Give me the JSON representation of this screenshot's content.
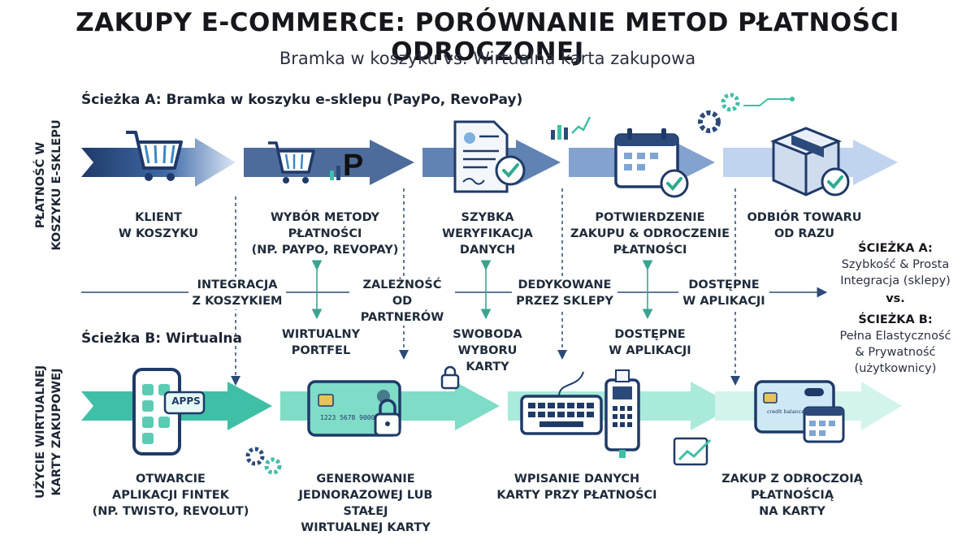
{
  "title": "ZAKUPY E-COMMERCE: PORÓWNANIE METOD PŁATNOŚCI ODROCZONEJ",
  "subtitle": "Bramka w koszyku vs. Wirtualna karta zakupowa",
  "path_a": {
    "label": "Ścieżka A: Bramka w koszyku e-sklepu (PayPo, RevoPay)",
    "side_label_1": "PŁATNOŚĆ W",
    "side_label_2": "KOSZYKU E-SKLEPU",
    "steps": [
      {
        "line1": "KLIENT",
        "line2": "W KOSZYKU",
        "line3": ""
      },
      {
        "line1": "WYBÓR METODY",
        "line2": "PŁATNOŚCI",
        "line3": "(NP. PAYPO, REVOPAY)"
      },
      {
        "line1": "SZYBKA",
        "line2": "WERYFIKACJA",
        "line3": "DANYCH"
      },
      {
        "line1": "POTWIERDZENIE",
        "line2": "ZAKUPU & ODROCZENIE",
        "line3": "PŁATNOŚCI"
      },
      {
        "line1": "ODBIÓR TOWARU",
        "line2": "OD RAZU",
        "line3": ""
      }
    ],
    "logo_letter": "P"
  },
  "path_b": {
    "label": "Ścieżka B: Wirtualna",
    "side_label_1": "UŻYCIE WIRTUALNEJ",
    "side_label_2": "KARTY ZAKUPOWEJ",
    "steps": [
      {
        "line1": "OTWARCIE",
        "line2": "APLIKACJI FINTEK",
        "line3": "(NP. TWISTO, REVOLUT)"
      },
      {
        "line1": "GENEROWANIE",
        "line2": "JEDNORAZOWEJ LUB STAŁEJ",
        "line3": "WIRTUALNEJ KARTY"
      },
      {
        "line1": "WPISANIE DANYCH",
        "line2": "KARTY PRZY PŁATNOŚCI",
        "line3": ""
      },
      {
        "line1": "ZAKUP Z ODROCZOIĄ",
        "line2": "PŁATNOŚCIĄ",
        "line3": "NA KARTY"
      }
    ],
    "apps_badge": "APPS",
    "card_number": "1223 5678 9000",
    "card_text": "credit balance"
  },
  "comparison": {
    "a_points": [
      {
        "line1": "INTEGRACJA",
        "line2": "Z KOSZYKIEM"
      },
      {
        "line1": "ZALEŻNOŚĆ",
        "line2": "OD PARTNERÓW"
      },
      {
        "line1": "DEDYKOWANE",
        "line2": "PRZEZ SKLEPY"
      },
      {
        "line1": "DOSTĘPNE",
        "line2": "W APLIKACJI"
      }
    ],
    "b_points": [
      {
        "line1": "WIRTUALNY",
        "line2": "PORTFEL"
      },
      {
        "line1": "SWOBODA",
        "line2": "WYBORU KARTY"
      },
      {
        "line1": "DOSTĘPNE",
        "line2": "W APLIKACJI"
      }
    ]
  },
  "summary": {
    "a_title": "ŚCIEŻKA A:",
    "a_line1": "Szybkość & Prosta",
    "a_line2": "Integracja (sklepy)",
    "vs": "vs.",
    "b_title": "ŚCIEŻKA B:",
    "b_line1": "Pełna Elastyczność",
    "b_line2": "& Prywatność",
    "b_line3": "(użytkownicy)"
  },
  "colors": {
    "navy": "#24406f",
    "navy_light": "#7f9cc6",
    "teal": "#3fbfa6",
    "teal_light": "#a6ebdc",
    "ink": "#1f2b3a"
  }
}
